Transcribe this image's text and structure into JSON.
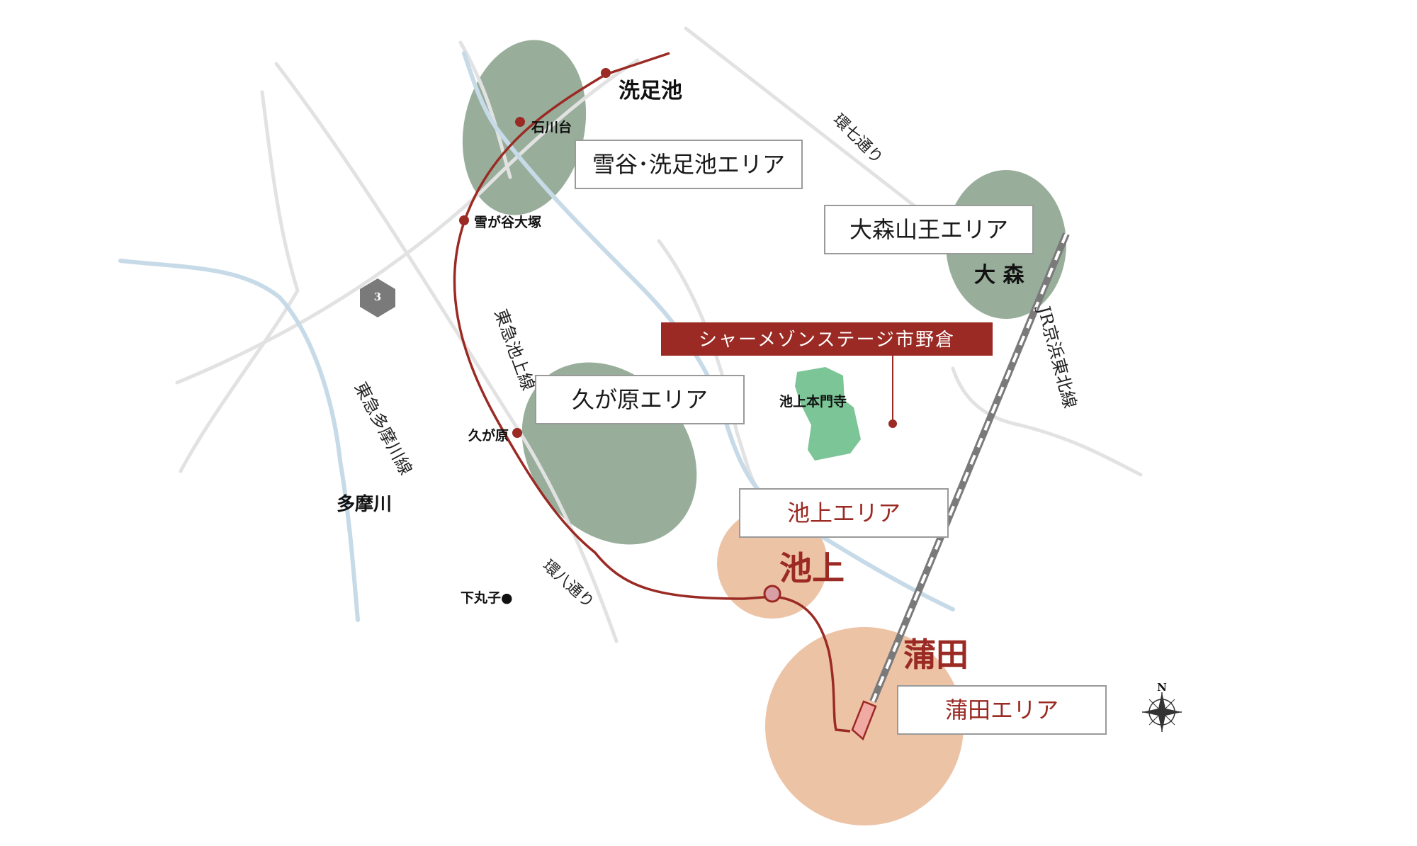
{
  "areas": {
    "yukigaya_senzoku": "雪谷･洗足池エリア",
    "omori_sanno": "大森山王エリア",
    "kugahara": "久が原エリア",
    "ikegami": "池上エリア",
    "kamata": "蒲田エリア"
  },
  "stations": {
    "senzokuike": "洗足池",
    "ishikawadai": "石川台",
    "yukigaya_otsuka": "雪が谷大塚",
    "kugahara": "久が原",
    "ikegami": "池上",
    "kamata": "蒲田",
    "omori": "大 森",
    "shimomaruko": "下丸子●"
  },
  "landmarks": {
    "ikegami_honmonji": "池上本門寺",
    "tamagawa": "多摩川"
  },
  "lines": {
    "tokyu_ikegami": "東急池上線",
    "tokyu_tamagawa": "東急多摩川線",
    "jr_keihin_tohoku": "JR京浜東北線"
  },
  "roads": {
    "kannana": "環七通り",
    "kanpachi": "環八通り",
    "route_badge": "3"
  },
  "property": {
    "name": "シャーメゾンステージ市野倉"
  },
  "compass": {
    "north": "N"
  },
  "colors": {
    "green_area": "#98ae9b",
    "orange_area": "#edc3a6",
    "rail_red": "#9a2a23",
    "road_gray": "#e2e2e2",
    "river_blue": "#c7dae8",
    "temple_green": "#7cc597"
  }
}
